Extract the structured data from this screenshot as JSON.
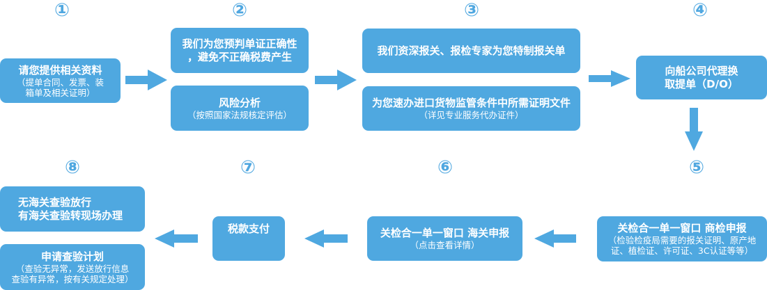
{
  "diagram": {
    "accent_color": "#4fa8e0",
    "steps": [
      {
        "number": "①",
        "boxes": [
          {
            "title": "请您提供相关资料",
            "subtitle": "（提单合同、发票、装\n箱单及相关证明）"
          }
        ]
      },
      {
        "number": "②",
        "boxes": [
          {
            "title": "我们为您预判单证正确性\n，避免不正确税费产生",
            "subtitle": ""
          },
          {
            "title": "风险分析",
            "subtitle": "（按照国家法规核定评估）"
          }
        ]
      },
      {
        "number": "③",
        "boxes": [
          {
            "title": "我们资深报关、报检专家为您特制报关单",
            "subtitle": ""
          },
          {
            "title": "为您速办进口货物监管条件中所需证明文件",
            "subtitle": "（详见专业服务代办证件）"
          }
        ]
      },
      {
        "number": "④",
        "boxes": [
          {
            "title": "向船公司代理换\n取提单（D/O）",
            "subtitle": ""
          }
        ]
      },
      {
        "number": "⑤",
        "boxes": [
          {
            "title": "关检合一单一窗口  商检申报",
            "subtitle": "（检验检疫局需要的报关证明、原产地\n证、植检证、许可证、3C认证等等）"
          }
        ]
      },
      {
        "number": "⑥",
        "boxes": [
          {
            "title": "关检合一单一窗口  海关申报",
            "subtitle": "（点击查看详情）"
          }
        ]
      },
      {
        "number": "⑦",
        "boxes": [
          {
            "title": "税款支付",
            "subtitle": ""
          }
        ]
      },
      {
        "number": "⑧",
        "boxes": [
          {
            "title": "无海关查验放行\n有海关查验转现场办理",
            "subtitle": ""
          },
          {
            "title": "申请查验计划",
            "subtitle": "（查验无异常，发送放行信息\n查验有异常，按有关规定处理）"
          }
        ]
      }
    ],
    "arrows": [
      {
        "from": "step-1",
        "to": "step-2",
        "direction": "right"
      },
      {
        "from": "step-2",
        "to": "step-3",
        "direction": "right"
      },
      {
        "from": "step-3",
        "to": "step-4",
        "direction": "right"
      },
      {
        "from": "step-4",
        "to": "step-5",
        "direction": "down"
      },
      {
        "from": "step-5",
        "to": "step-6",
        "direction": "left"
      },
      {
        "from": "step-6",
        "to": "step-7",
        "direction": "left"
      },
      {
        "from": "step-7",
        "to": "step-8",
        "direction": "left"
      }
    ]
  }
}
